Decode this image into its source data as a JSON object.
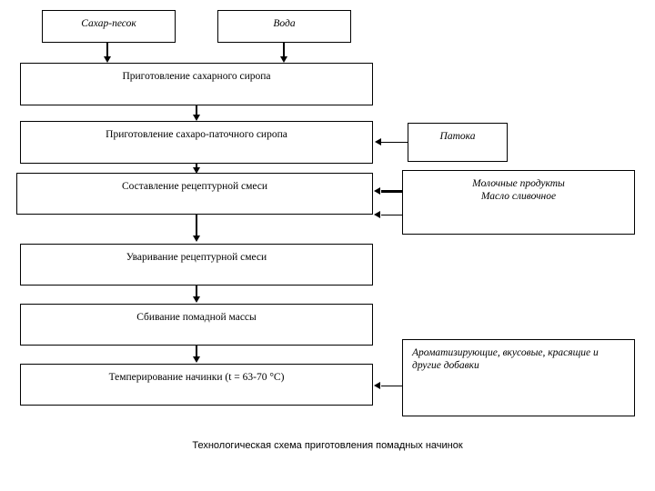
{
  "diagram": {
    "caption": "Технологическая схема приготовления помадных начинок",
    "line_color": "#000000",
    "background": "#ffffff",
    "materials": [
      {
        "id": "sugar",
        "label": "Сахар-песок"
      },
      {
        "id": "water",
        "label": "Вода"
      },
      {
        "id": "molasses",
        "label": "Патока"
      },
      {
        "id": "dairy",
        "label": "Молочные продукты\nМасло сливочное"
      },
      {
        "id": "additives",
        "label": "Ароматизирующие, вкусовые, красящие и другие добавки"
      }
    ],
    "processes": [
      {
        "id": "sugar-syrup",
        "label": "Приготовление сахарного сиропа"
      },
      {
        "id": "sugar-molasses-syrup",
        "label": "Приготовление сахаро-паточного сиропа"
      },
      {
        "id": "recipe-mix",
        "label": "Составление рецептурной смеси"
      },
      {
        "id": "boiling",
        "label": "Уваривание рецептурной смеси"
      },
      {
        "id": "whipping",
        "label": "Сбивание помадной массы"
      },
      {
        "id": "tempering",
        "label": "Темперирование начинки (t = 63-70 °C)"
      }
    ]
  }
}
